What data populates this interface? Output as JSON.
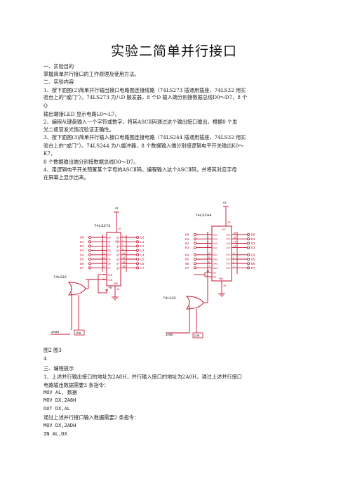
{
  "doc": {
    "title": "实验二简单并行接口",
    "lines": [
      "一、实验目的",
      "掌握简单并行接口的工作原理及使用方法。",
      "二、实验内容",
      "1、按下面图(2)简单并行输出接口电路图连接线路（74LS273 插通用插座，74LS32 用实",
      "验台上的“或门”）。74LS273 为八D 触发器，8 个D 输入端分别接数据总线D0～D7，8 个",
      "Q",
      "输出端接LED 显示电路L0～L7。",
      "2、编程从键盘输入一个字符或数字，将其ASCⅡ码通过这个输出接口输出，根据8 个发",
      "光二极管发光情况验证正确性。",
      "3、按下面图(3)简单并行输入接口电路图连接电路（74LS244 插通用插座，74LS32 用实",
      "验台上的“或门”）。74LS244 为八缓冲器，8 个数据输入端分别接逻辑电平开关输出K0～",
      "K7，",
      "8 个数据输出端分别接数据总线D0～D7。",
      "4、用逻辑电平开关预置某个字母的ASCⅡ码，编程输入这个ASCⅡ码，并将其对应字母",
      "在屏幕上显示出来。"
    ],
    "lines2": [
      "图2 图3",
      "4",
      "三、编程提示",
      "1、上述并行输出接口的地址为2A8H，并行输入接口的地址为2A0H，通过上述并行接口",
      "电路输出数据需要3 条指令：",
      "MOV AL, 数据",
      "MOV DX,2A8H",
      "OUT DX,AL",
      "通过上述并行接口输入数据需要2 条指令：",
      "MOV DX,2ADH",
      "IN AL,DX"
    ]
  },
  "schematic": {
    "color": "#c4122f",
    "chip1": {
      "name": "74LS273",
      "vcc": "+5",
      "vcc_pin": "20",
      "in_labels": [
        "D0",
        "D1",
        "D2",
        "D3",
        "D4",
        "D5",
        "D6",
        "D7"
      ],
      "in_pins": [
        "3",
        "4",
        "7",
        "8",
        "13",
        "14",
        "17",
        "18"
      ],
      "pin_names_left": [
        "D0",
        "D1",
        "D2",
        "D3",
        "D4",
        "D5",
        "D6",
        "D7"
      ],
      "pin_names_right": [
        "Q1",
        "Q2",
        "Q3",
        "Q4",
        "Q5",
        "Q6",
        "Q7",
        "Q8"
      ],
      "out_pins": [
        "2",
        "5",
        "6",
        "9",
        "12",
        "15",
        "16",
        "19"
      ],
      "out_labels": [
        "L0",
        "L1",
        "L2",
        "L3",
        "L4",
        "L5",
        "L6",
        "L7"
      ],
      "clr": "CLR",
      "clk": "CLK",
      "clr_pin": "1",
      "clk_pin": "11",
      "gnd_pin": "10",
      "gnd": "GND",
      "vcc_name": "VCC",
      "clr_supply": "+5"
    },
    "gate1": {
      "name": "74LS32",
      "addr": "2A8H",
      "signal": "IOW"
    },
    "chip2": {
      "name": "74LS244",
      "vcc": "+5",
      "vcc_pin": "20",
      "in_labels": [
        "K0",
        "K1",
        "K2",
        "K3",
        "K4",
        "K5",
        "K6",
        "K7"
      ],
      "in_pins": [
        "2",
        "4",
        "6",
        "8",
        "11",
        "13",
        "15",
        "17"
      ],
      "pin_names_left": [
        "1A1",
        "1A2",
        "1A3",
        "1A4",
        "2A1",
        "2A2",
        "2A3",
        "2A4"
      ],
      "pin_names_right": [
        "1Y1",
        "1Y2",
        "1Y3",
        "1Y4",
        "2Y1",
        "2Y2",
        "2Y3",
        "2Y4"
      ],
      "out_pins": [
        "18",
        "16",
        "14",
        "12",
        "9",
        "7",
        "5",
        "3"
      ],
      "out_labels": [
        "D0",
        "D1",
        "D2",
        "D3",
        "D4",
        "D5",
        "D6",
        "D7"
      ],
      "g_pins": [
        "19",
        "1"
      ],
      "g_names": [
        "1G",
        "2G"
      ],
      "gnd_pin": "10",
      "gnd": "GND",
      "vcc_name": "VCC"
    },
    "gate2": {
      "name": "74LS32",
      "addr": "2A0H",
      "signal": "IOR"
    }
  }
}
